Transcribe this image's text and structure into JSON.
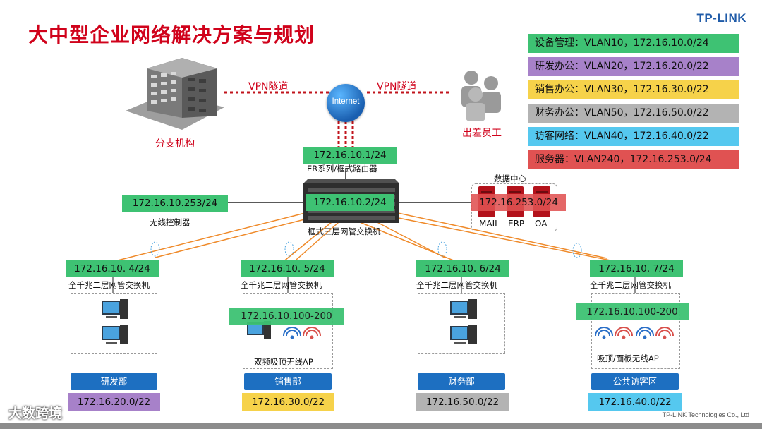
{
  "title": "大中型企业网络解决方案与规划",
  "brand": "TP-LINK",
  "legend": [
    {
      "label": "设备管理：VLAN10，172.16.10.0/24",
      "color": "#3ec273"
    },
    {
      "label": "研发办公：VLAN20，172.16.20.0/22",
      "color": "#a781c9"
    },
    {
      "label": "销售办公：VLAN30，172.16.30.0/22",
      "color": "#f6d24a"
    },
    {
      "label": "财务办公：VLAN50，172.16.50.0/22",
      "color": "#b3b3b3"
    },
    {
      "label": "访客网络：VLAN40，172.16.40.0/22",
      "color": "#55c8ef"
    },
    {
      "label": "服务器：VLAN240，172.16.253.0/24",
      "color": "#e05252"
    }
  ],
  "top": {
    "branch_label": "分支机构",
    "staff_label": "出差员工",
    "vpn_left": "VPN隧道",
    "vpn_right": "VPN隧道",
    "internet": "Internet"
  },
  "router": {
    "ip": "172.16.10.1/24",
    "label": "ER系列/框式路由器"
  },
  "core": {
    "ip": "172.16.10.2/24",
    "label": "框式三层网管交换机"
  },
  "wlc": {
    "ip": "172.16.10.253/24",
    "label": "无线控制器"
  },
  "datacenter": {
    "title": "数据中心",
    "ip": "172.16.253.0/24",
    "servers": [
      "MAIL",
      "ERP",
      "OA"
    ]
  },
  "access": [
    {
      "ip": "172.16.10. 4/24",
      "label": "全千兆二层网管交换机",
      "dept": "研发部",
      "subnet": "172.16.20.0/22",
      "subnet_color": "#a781c9"
    },
    {
      "ip": "172.16.10. 5/24",
      "label": "全千兆二层网管交换机",
      "dept": "销售部",
      "subnet": "172.16.30.0/22",
      "subnet_color": "#f6d24a",
      "ap_ip": "172.16.10.100-200",
      "ap_label": "双频吸顶无线AP"
    },
    {
      "ip": "172.16.10. 6/24",
      "label": "全千兆二层网管交换机",
      "dept": "财务部",
      "subnet": "172.16.50.0/22",
      "subnet_color": "#b3b3b3"
    },
    {
      "ip": "172.16.10. 7/24",
      "label": "全千兆二层网管交换机",
      "dept": "公共访客区",
      "subnet": "172.16.40.0/22",
      "subnet_color": "#55c8ef",
      "ap_ip": "172.16.10.100-200",
      "ap_label": "吸顶/面板无线AP"
    }
  ],
  "footer": {
    "company": "TP-LINK Technologies Co., Ltd",
    "watermark": "大数跨境"
  },
  "icons": {
    "building": "building-icon",
    "people": "people-icon",
    "globe": "internet-globe-icon",
    "router": "router-icon",
    "server": "server-icon",
    "pc": "pc-icon",
    "ap": "wireless-ap-icon",
    "wifi": "wifi-signal-icon"
  }
}
